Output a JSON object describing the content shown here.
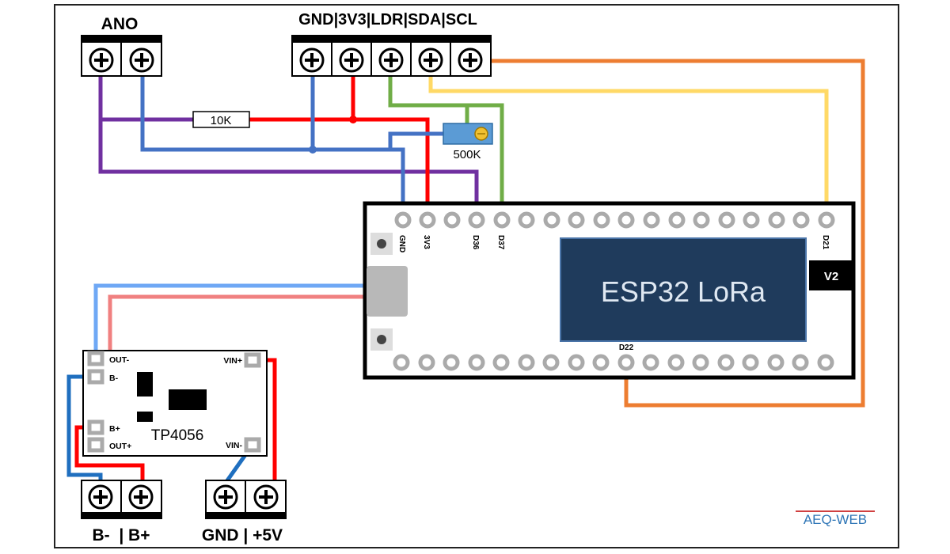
{
  "colors": {
    "gnd": "#4472c4",
    "vcc": "#ff0000",
    "purple": "#7030a0",
    "green": "#70ad47",
    "yellow": "#ffd966",
    "orange": "#ed7d31",
    "light_blue": "#6fa8f5",
    "pink": "#f08080",
    "board": "#1f3b5c",
    "pin": "#aaaaaa"
  },
  "connectors": {
    "ano": {
      "label": "ANO"
    },
    "sensor": {
      "label": "GND|3V3|LDR|SDA|SCL"
    },
    "battery": {
      "label": "B-  | B+"
    },
    "power": {
      "label": "GND | +5V"
    }
  },
  "components": {
    "resistor": "10K",
    "potentiometer": "500K",
    "mcu": "ESP32 LoRa",
    "version": "V2",
    "charger": "TP4056"
  },
  "mcu_pins": {
    "gnd": "GND",
    "v33": "3V3",
    "d36": "D36",
    "d37": "D37",
    "d21": "D21",
    "d22": "D22"
  },
  "charger_pins": {
    "out_minus": "OUT-",
    "b_minus": "B-",
    "b_plus": "B+",
    "out_plus": "OUT+",
    "vin_plus": "VIN+",
    "vin_minus": "VIN-"
  },
  "brand": "AEQ-WEB"
}
